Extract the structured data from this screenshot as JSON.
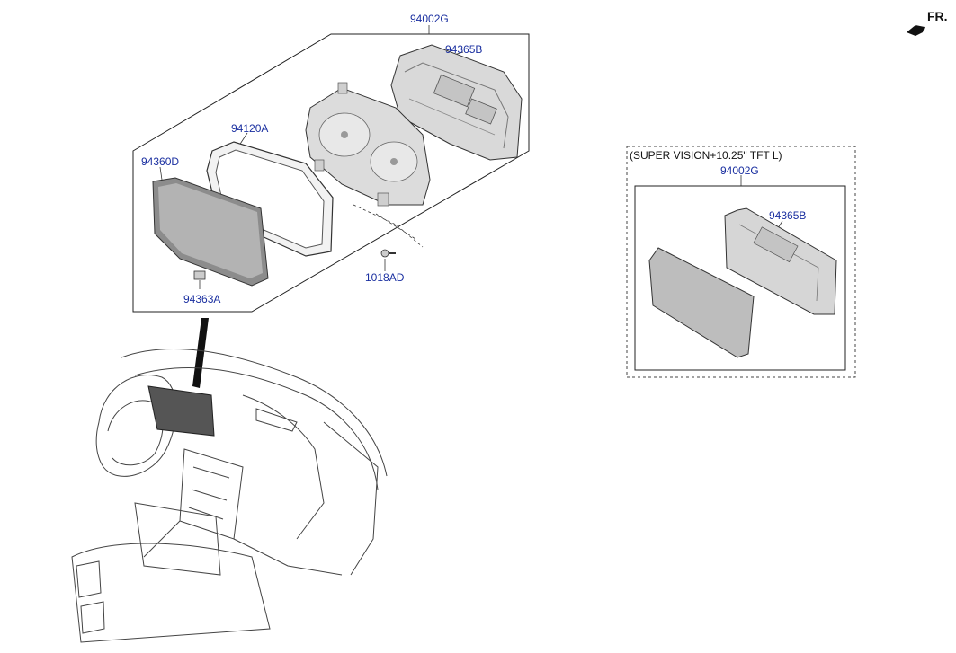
{
  "direction_label": "FR.",
  "variant_caption": "(SUPER VISION+10.25\" TFT L)",
  "callouts": {
    "assembly_main": "94002G",
    "pcb_main": "94365B",
    "cover_frame": "94120A",
    "front_glass": "94360D",
    "clip": "94363A",
    "screw": "1018AD",
    "assembly_variant": "94002G",
    "pcb_variant": "94365B"
  },
  "colors": {
    "callout_text": "#1a2fa0",
    "line": "#222222",
    "part_fill": "#d9d9d9",
    "part_dark": "#5a5a5a"
  }
}
